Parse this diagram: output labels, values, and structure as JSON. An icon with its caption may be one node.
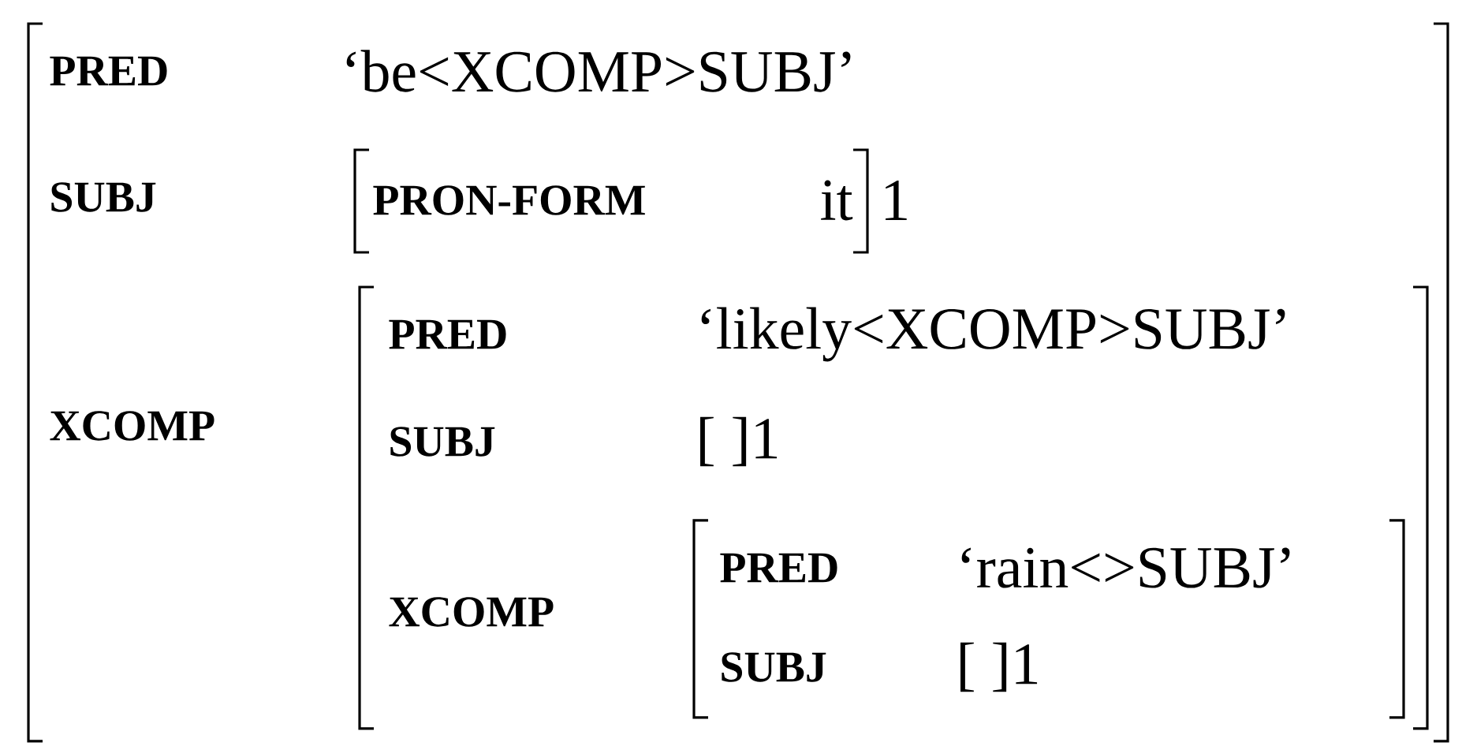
{
  "diagram": {
    "nodes": [
      {
        "text": [
          "PRED",
          "‘be<XCOMP>SUBJ’",
          "SUBJ",
          "XCOMP"
        ]
      },
      {
        "text": [
          "PRON-FORM",
          "it",
          "1"
        ],
        "in": 0
      },
      {
        "text": [
          "PRED",
          "‘likely<XCOMP>SUBJ’",
          "SUBJ",
          "[ ]1",
          "XCOMP"
        ],
        "in": 0
      },
      {
        "text": [
          "PRED",
          "‘rain<>SUBJ’",
          "SUBJ",
          "[ ]1"
        ],
        "in": 2
      }
    ]
  }
}
